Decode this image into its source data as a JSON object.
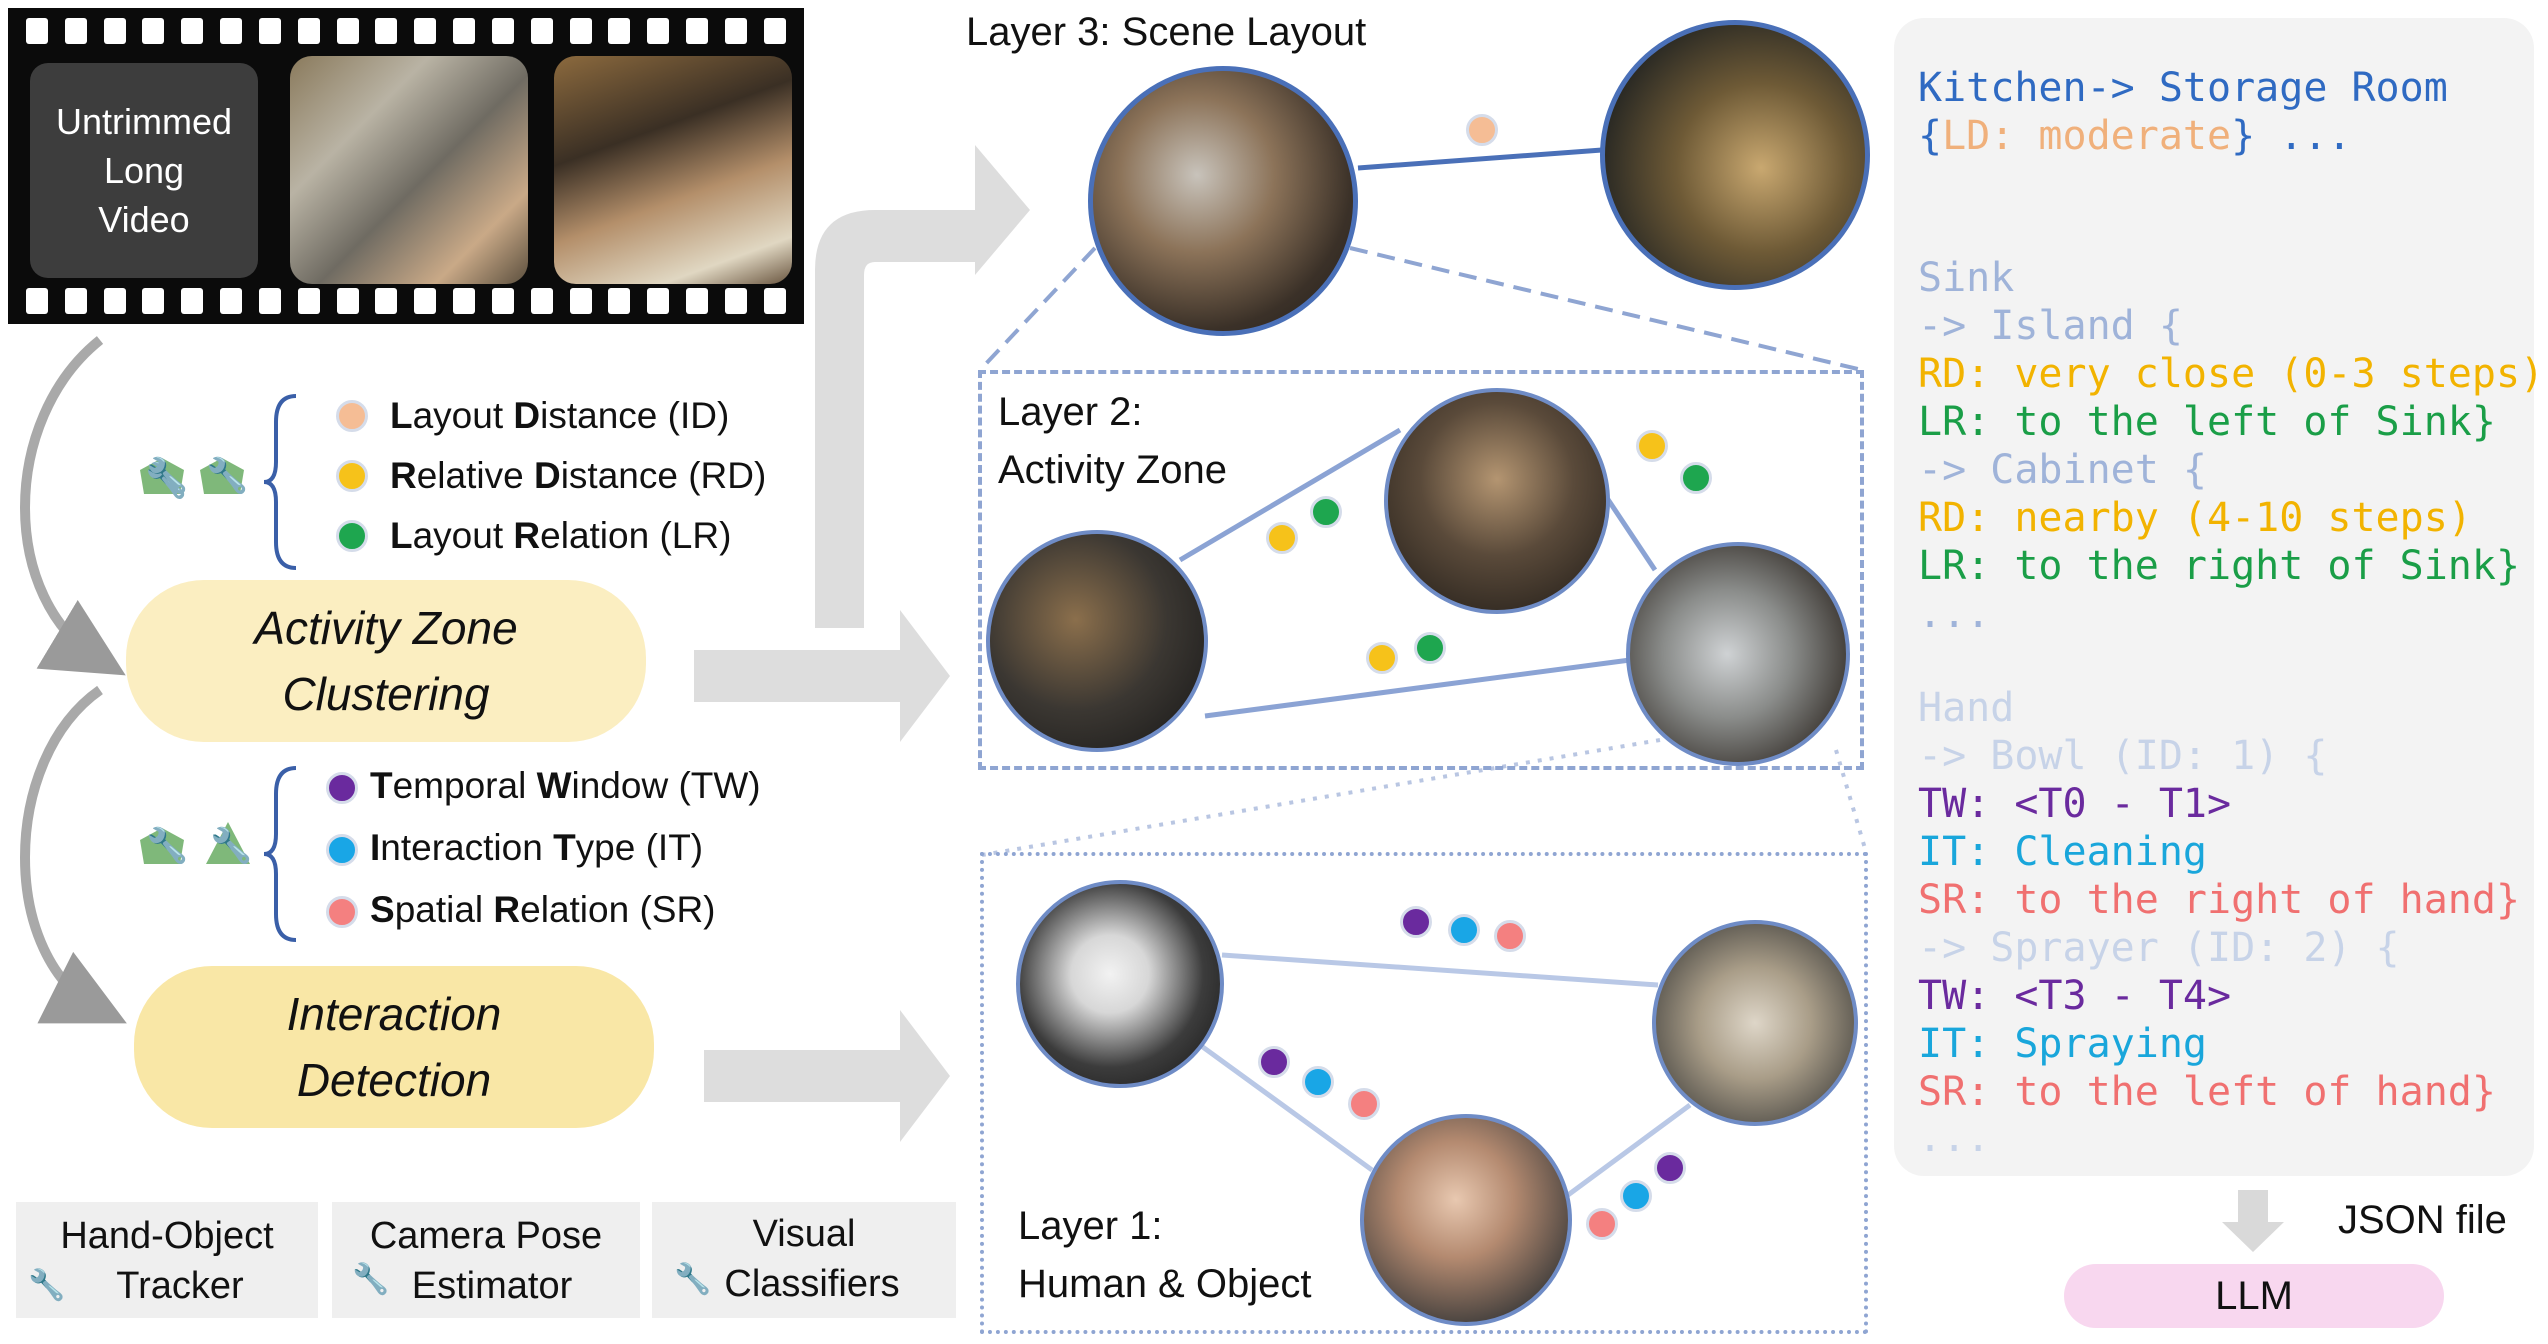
{
  "film": {
    "label_lines": [
      "Untrimmed",
      "Long",
      "Video"
    ]
  },
  "legend_top": {
    "items": [
      {
        "bold_a": "L",
        "text_a": "ayout ",
        "bold_b": "D",
        "text_b": "istance (ID)",
        "color": "#f5bd95"
      },
      {
        "bold_a": "R",
        "text_a": "elative ",
        "bold_b": "D",
        "text_b": "istance (RD)",
        "color": "#f6c21a"
      },
      {
        "bold_a": "L",
        "text_a": "ayout ",
        "bold_b": "R",
        "text_b": "elation (LR)",
        "color": "#1ea64f"
      }
    ]
  },
  "legend_bottom": {
    "items": [
      {
        "bold_a": "T",
        "text_a": "emporal ",
        "bold_b": "W",
        "text_b": "indow (TW)",
        "color": "#6a2a9e"
      },
      {
        "bold_a": "I",
        "text_a": "nteraction ",
        "bold_b": "T",
        "text_b": "ype (IT)",
        "color": "#19a6e6"
      },
      {
        "bold_a": "S",
        "text_a": "patial ",
        "bold_b": "R",
        "text_b": "elation (SR)",
        "color": "#f48080"
      }
    ]
  },
  "pills": {
    "clustering": [
      "Activity Zone",
      "Clustering"
    ],
    "detection": [
      "Interaction",
      "Detection"
    ]
  },
  "tools": [
    {
      "lines": [
        "Hand-Object",
        "Tracker"
      ]
    },
    {
      "lines": [
        "Camera Pose",
        "Estimator"
      ]
    },
    {
      "lines": [
        "Visual",
        "Classifiers"
      ]
    }
  ],
  "layers": {
    "layer3": "Layer 3: Scene Layout",
    "layer2": [
      "Layer 2:",
      "Activity Zone"
    ],
    "layer1": [
      "Layer 1:",
      "Human & Object"
    ]
  },
  "json_panel": {
    "lines": [
      {
        "text": "Kitchen-> Storage Room",
        "color": "#2f6ac2"
      },
      {
        "text": "{LD: moderate} ...",
        "color": "#f0b07b",
        "prefix": "{",
        "suffix": "} ...",
        "core": "LD: moderate"
      },
      {
        "text": "Sink",
        "color": "#9fb3d9"
      },
      {
        "text": "-> Island {",
        "color": "#9fb3d9"
      },
      {
        "text": "RD: very close (0-3 steps)",
        "color": "#f2b300"
      },
      {
        "text": "LR: to the left of Sink}",
        "color": "#1a9e47"
      },
      {
        "text": "-> Cabinet {",
        "color": "#9fb3d9"
      },
      {
        "text": "RD: nearby (4-10 steps)",
        "color": "#f2b300"
      },
      {
        "text": "LR: to the right of Sink}",
        "color": "#1a9e47"
      },
      {
        "text": "...",
        "color": "#9fb3d9"
      },
      {
        "text": "Hand",
        "color": "#c7d3e8"
      },
      {
        "text": "-> Bowl (ID: 1) {",
        "color": "#c7d3e8"
      },
      {
        "text": "TW: <T0 - T1>",
        "color": "#6a2a9e"
      },
      {
        "text": "IT: Cleaning",
        "color": "#19a6db"
      },
      {
        "text": "SR: to the right of hand}",
        "color": "#f07070"
      },
      {
        "text": "-> Sprayer (ID: 2) {",
        "color": "#c7d3e8"
      },
      {
        "text": "TW: <T3 - T4>",
        "color": "#6a2a9e"
      },
      {
        "text": "IT: Spraying",
        "color": "#19a6db"
      },
      {
        "text": "SR: to the left of hand}",
        "color": "#f07070"
      },
      {
        "text": "...",
        "color": "#c7d3e8"
      }
    ]
  },
  "json_file_label": "JSON file",
  "llm_label": "LLM",
  "colors": {
    "circle_border": "#4a70b8",
    "dashed_border": "#8fa5d2",
    "arrow_gray": "#dcdcdc",
    "pill_cluster": "#fbeec1",
    "pill_detect": "#f9e7a6",
    "panel_bg": "#f3f3f3",
    "llm_bg": "#f8d7ef"
  }
}
